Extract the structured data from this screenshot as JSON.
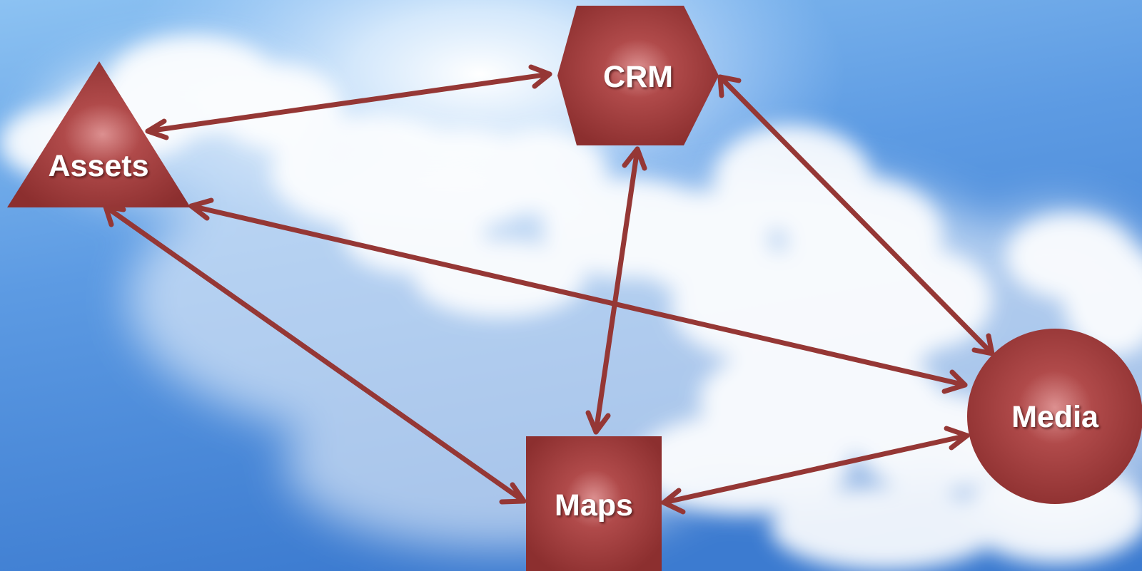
{
  "nodes": {
    "assets": {
      "label": "Assets",
      "shape": "triangle"
    },
    "crm": {
      "label": "CRM",
      "shape": "hexagon"
    },
    "maps": {
      "label": "Maps",
      "shape": "square"
    },
    "media": {
      "label": "Media",
      "shape": "circle"
    }
  },
  "connections": [
    {
      "from": "Assets",
      "to": "CRM",
      "direction": "bidirectional"
    },
    {
      "from": "Assets",
      "to": "Maps",
      "direction": "bidirectional"
    },
    {
      "from": "Assets",
      "to": "Media",
      "direction": "bidirectional"
    },
    {
      "from": "CRM",
      "to": "Maps",
      "direction": "bidirectional"
    },
    {
      "from": "CRM",
      "to": "Media",
      "direction": "bidirectional"
    },
    {
      "from": "Maps",
      "to": "Media",
      "direction": "bidirectional"
    }
  ],
  "colors": {
    "node_fill": "#943434",
    "node_highlight": "#d48686",
    "arrow": "#953735",
    "label": "#ffffff",
    "sky_top": "#7db7ee",
    "sky_bottom": "#3f7fd3",
    "cloud": "#ffffff"
  }
}
